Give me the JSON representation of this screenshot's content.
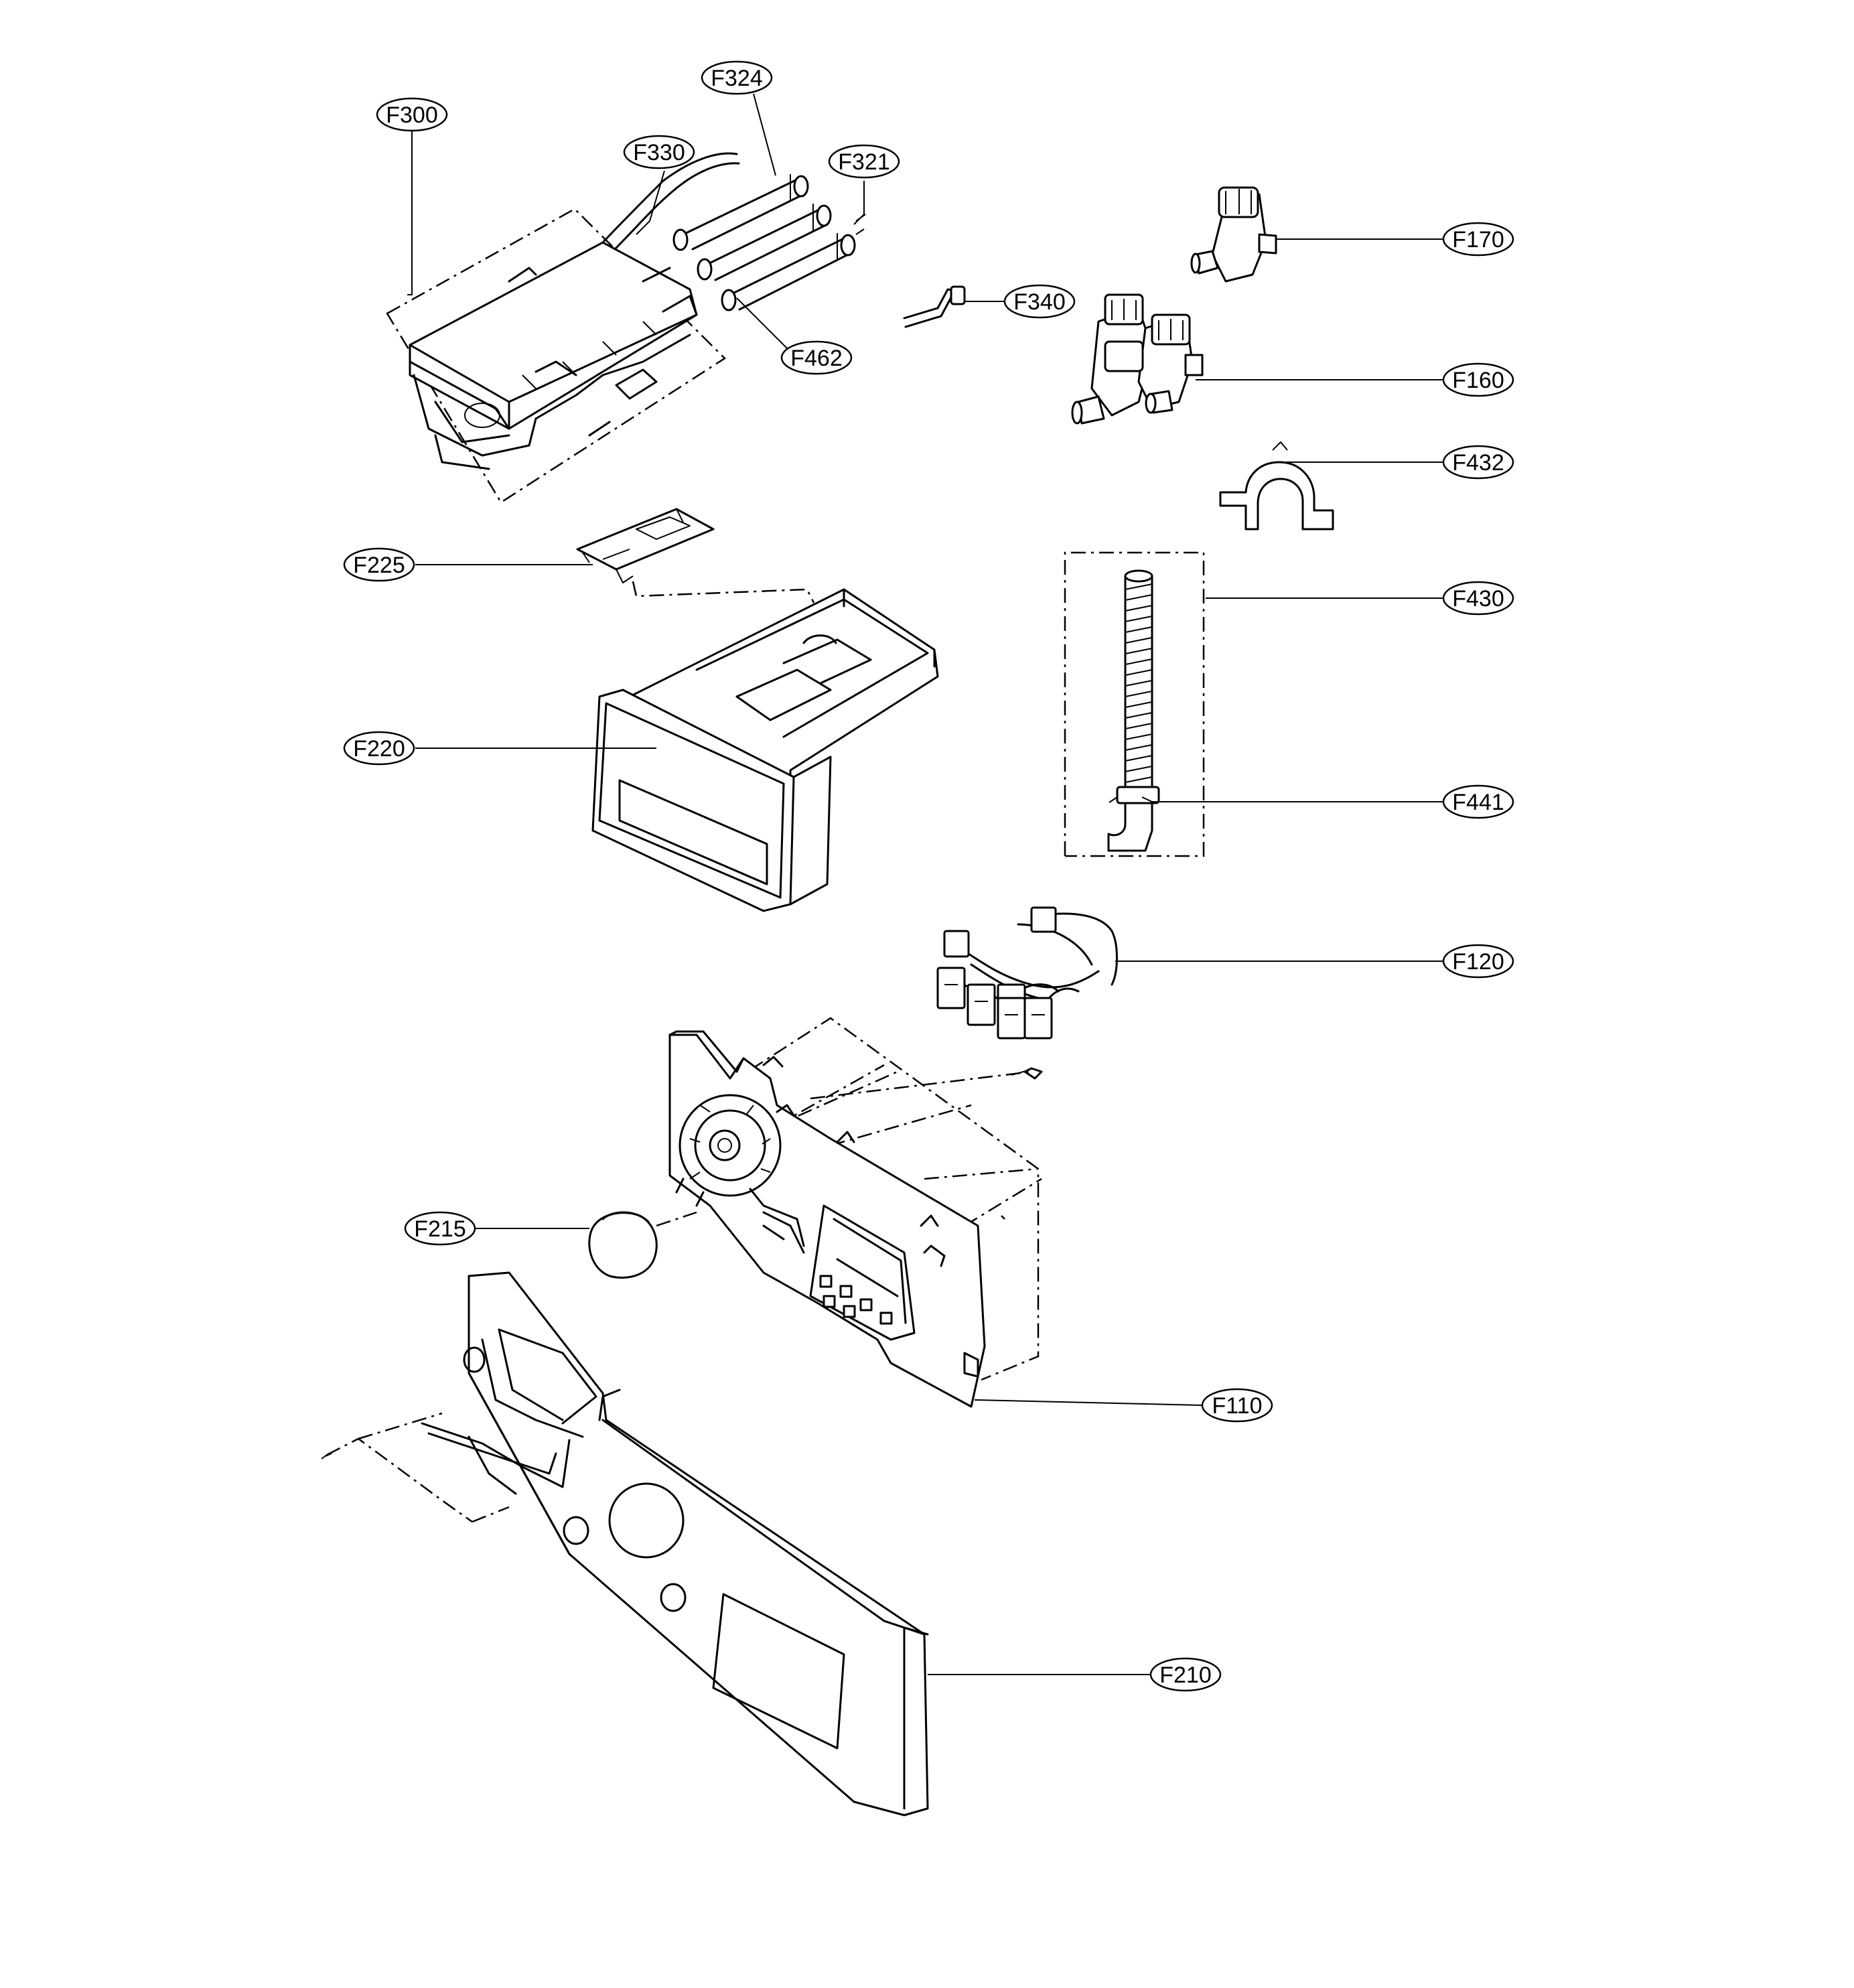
{
  "labels": {
    "F300": "F300",
    "F324": "F324",
    "F330": "F330",
    "F321": "F321",
    "F170": "F170",
    "F340": "F340",
    "F462": "F462",
    "F160": "F160",
    "F432": "F432",
    "F225": "F225",
    "F430": "F430",
    "F220": "F220",
    "F441": "F441",
    "F120": "F120",
    "F215": "F215",
    "F110": "F110",
    "F210": "F210"
  }
}
